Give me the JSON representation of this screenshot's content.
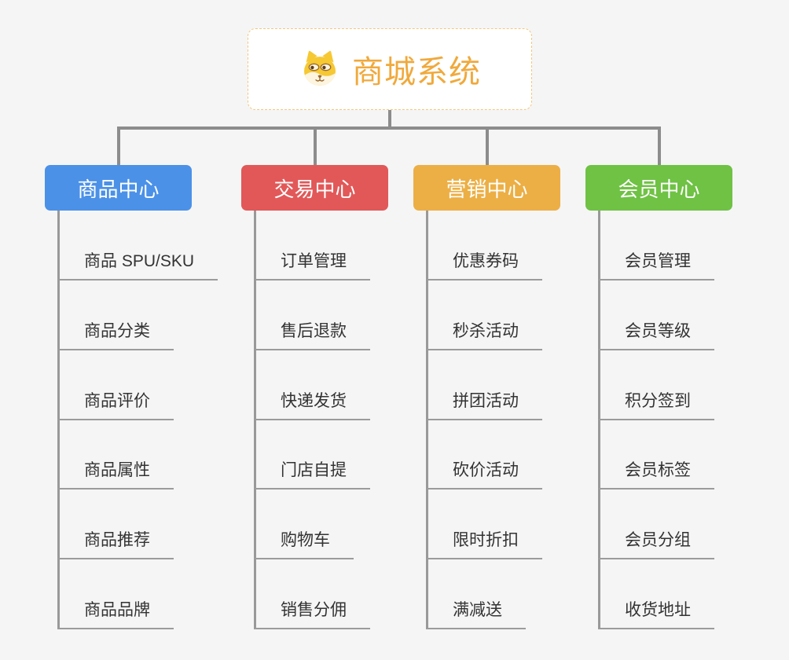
{
  "root": {
    "title": "商城系统",
    "icon": "dog-face-icon"
  },
  "branches": [
    {
      "label": "商品中心",
      "color": "#4b91e8",
      "children": [
        "商品 SPU/SKU",
        "商品分类",
        "商品评价",
        "商品属性",
        "商品推荐",
        "商品品牌"
      ]
    },
    {
      "label": "交易中心",
      "color": "#e25858",
      "children": [
        "订单管理",
        "售后退款",
        "快递发货",
        "门店自提",
        "购物车",
        "销售分佣"
      ]
    },
    {
      "label": "营销中心",
      "color": "#ecaf45",
      "children": [
        "优惠券码",
        "秒杀活动",
        "拼团活动",
        "砍价活动",
        "限时折扣",
        "满减送"
      ]
    },
    {
      "label": "会员中心",
      "color": "#6fc244",
      "children": [
        "会员管理",
        "会员等级",
        "积分签到",
        "会员标签",
        "会员分组",
        "收货地址"
      ]
    }
  ],
  "colors": {
    "background": "#f5f5f5",
    "connector": "#8c8c8c",
    "trunk": "#999999",
    "underline": "#9b9b9b",
    "item_text": "#333333",
    "root_text": "#f0a93c",
    "root_border": "#f3c77e"
  }
}
